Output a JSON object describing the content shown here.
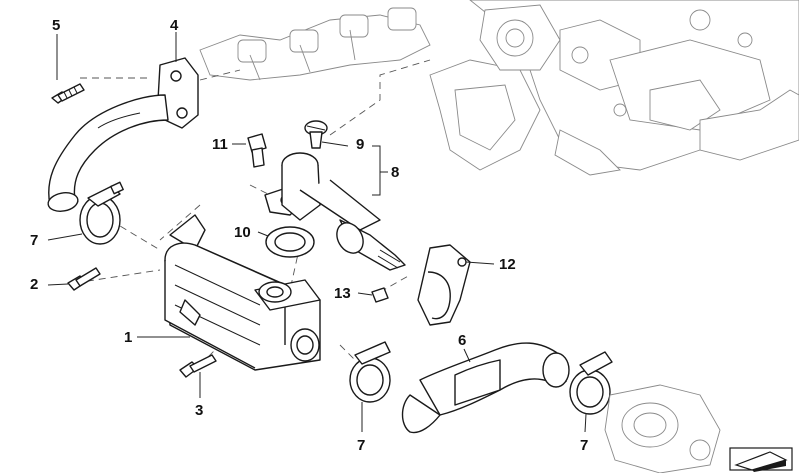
{
  "callouts": {
    "c1": "1",
    "c2": "2",
    "c3": "3",
    "c4": "4",
    "c5": "5",
    "c6": "6",
    "c7a": "7",
    "c7b": "7",
    "c7c": "7",
    "c8": "8",
    "c9": "9",
    "c10": "10",
    "c11": "11",
    "c12": "12",
    "c13": "13"
  },
  "colors": {
    "line": "#1a1a1a",
    "background": "#ffffff",
    "ghost": "#8a8a8a"
  },
  "icons": {
    "corner_badge": "arrow-badge-icon"
  }
}
